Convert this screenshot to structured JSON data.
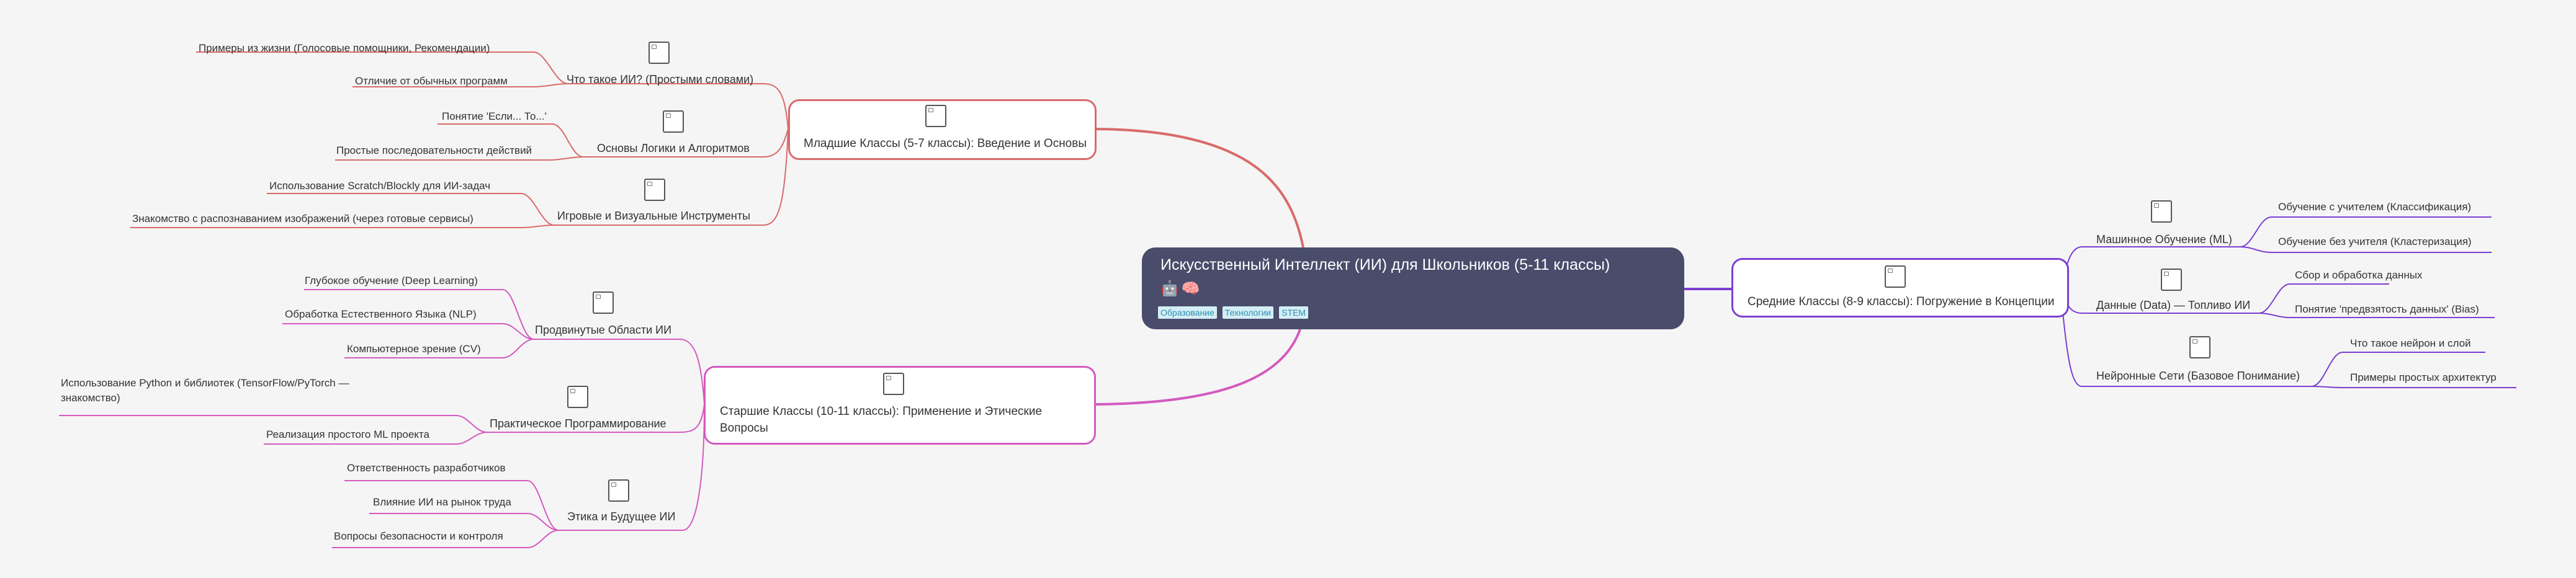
{
  "root": {
    "title": "Искусственный Интеллект (ИИ) для Школьников (5-11 классы)",
    "emoji": "🤖🧠",
    "tags": [
      "Образование",
      "Технологии",
      "STEM"
    ]
  },
  "colors": {
    "root_bg": "#4a4c6b",
    "junior": "#d96a6a",
    "middle": "#7b3fd1",
    "senior": "#d45ac0",
    "tag_bg": "#d4eef6",
    "tag_text": "#2a8fb0",
    "background": "#f5f5f5"
  },
  "branches": {
    "junior": {
      "title": "Младшие Классы (5-7 классы): Введение и Основы",
      "icon": "image-icon",
      "topics": [
        {
          "label": "Что такое ИИ? (Простыми словами)",
          "icon": "image-icon",
          "leaves": [
            "Примеры из жизни (Голосовые помощники, Рекомендации)",
            "Отличие от обычных программ"
          ]
        },
        {
          "label": "Основы Логики и Алгоритмов",
          "icon": "image-icon",
          "leaves": [
            "Понятие 'Если... То...'",
            "Простые последовательности действий"
          ]
        },
        {
          "label": "Игровые и Визуальные Инструменты",
          "icon": "image-icon",
          "leaves": [
            "Использование Scratch/Blockly для ИИ-задач",
            "Знакомство с распознаванием изображений (через готовые сервисы)"
          ]
        }
      ]
    },
    "middle": {
      "title": "Средние Классы (8-9 классы): Погружение в Концепции",
      "icon": "image-icon",
      "topics": [
        {
          "label": "Машинное Обучение (ML)",
          "icon": "image-icon",
          "leaves": [
            "Обучение с учителем (Классификация)",
            "Обучение без учителя (Кластеризация)"
          ]
        },
        {
          "label": "Данные (Data) — Топливо ИИ",
          "icon": "image-icon",
          "leaves": [
            "Сбор и обработка данных",
            "Понятие 'предвзятость данных' (Bias)"
          ]
        },
        {
          "label": "Нейронные Сети (Базовое Понимание)",
          "icon": "image-icon",
          "leaves": [
            "Что такое нейрон и слой",
            "Примеры простых архитектур"
          ]
        }
      ]
    },
    "senior": {
      "title_line1": "Старшие Классы (10-11 классы): Применение и Этические",
      "title_line2": "Вопросы",
      "icon": "image-icon",
      "topics": [
        {
          "label": "Продвинутые Области ИИ",
          "icon": "image-icon",
          "leaves": [
            "Глубокое обучение (Deep Learning)",
            "Обработка Естественного Языка (NLP)",
            "Компьютерное зрение (CV)"
          ]
        },
        {
          "label": "Практическое Программирование",
          "icon": "image-icon",
          "leaves": [
            "Использование Python и библиотек (TensorFlow/PyTorch — знакомство)",
            "Реализация простого ML проекта"
          ]
        },
        {
          "label": "Этика и Будущее ИИ",
          "icon": "image-icon",
          "leaves": [
            "Ответственность разработчиков",
            "Влияние ИИ на рынок труда",
            "Вопросы безопасности и контроля"
          ]
        }
      ]
    }
  }
}
